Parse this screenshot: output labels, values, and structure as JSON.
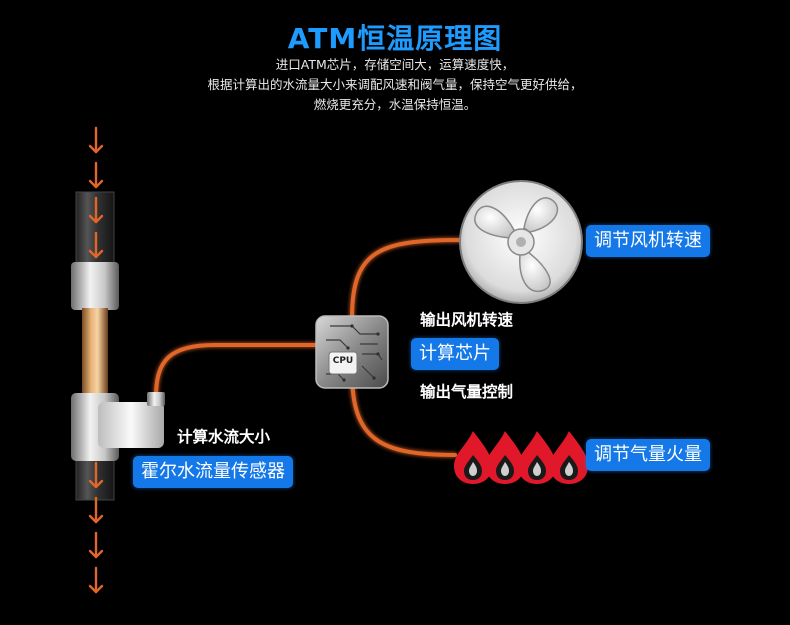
{
  "title": "ATM恒温原理图",
  "subtitle": {
    "line1": "进口ATM芯片，存储空间大，运算速度快，",
    "line2": "根据计算出的水流量大小来调配风速和阀气量，保持空气更好供给，",
    "line3": "燃烧更充分，水温保持恒温。"
  },
  "sensor": {
    "caption": "计算水流大小",
    "badge": "霍尔水流量传感器"
  },
  "cpu": {
    "chip_text": "CPU",
    "badge": "计算芯片",
    "output_fan": "输出风机转速",
    "output_gas": "输出气量控制"
  },
  "fan": {
    "badge": "调节风机转速"
  },
  "gas": {
    "badge": "调节气量火量"
  },
  "colors": {
    "title": "#1e9bff",
    "badge": "#1478e8",
    "wire": "#e0662a",
    "flame": "#e0182a"
  }
}
